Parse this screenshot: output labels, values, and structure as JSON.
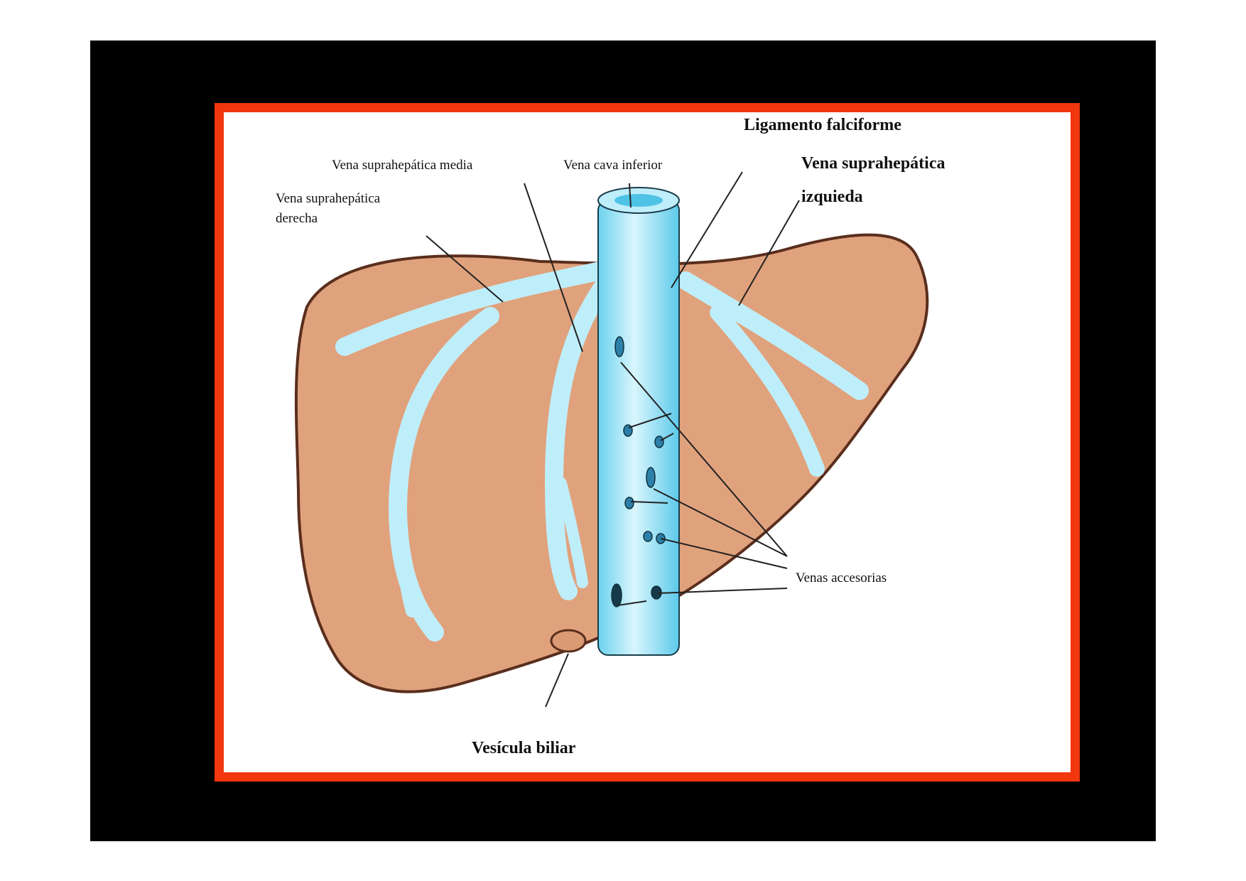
{
  "labels": {
    "ligamento": "Ligamento falciforme",
    "vena_media": "Vena suprahepática media",
    "vena_cava": "Vena cava inferior",
    "vena_izq_1": "Vena suprahepática",
    "vena_izq_2": "izquieda",
    "vena_der_1": "Vena suprahepática",
    "vena_der_2": "derecha",
    "venas_accesorias": "Venas accesorias",
    "vesicula": "Vesícula biliar"
  },
  "colors": {
    "background": "#000000",
    "frame_border": "#f2360e",
    "liver": "#e0a27c",
    "veins": "#bfeefb",
    "vena_cava": "#8fe0f3"
  }
}
